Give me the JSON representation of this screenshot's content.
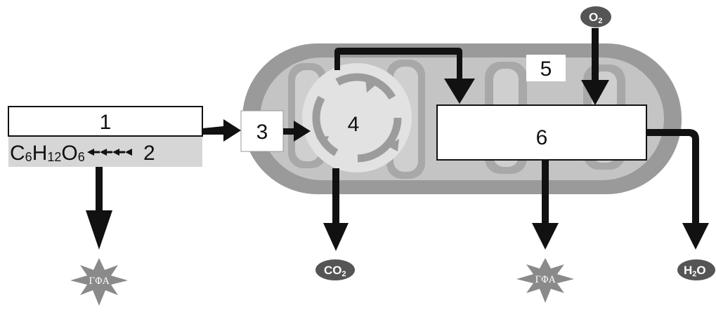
{
  "labels": {
    "box1": "1",
    "box2": "2",
    "box3": "3",
    "box4": "4",
    "box5": "5",
    "box6": "6"
  },
  "glucose": {
    "c": "C",
    "c_sub": "6",
    "h": "H",
    "h_sub": "12",
    "o": "O",
    "o_sub": "6"
  },
  "molecules": {
    "o2": "O",
    "o2_sub": "2",
    "co2": "CO",
    "co2_sub": "2",
    "h2o_h": "H",
    "h2o_sub": "2",
    "h2o_o": "O"
  },
  "energy": {
    "left": "ГФА",
    "right": "ГФА"
  },
  "colors": {
    "mito_outer": "#9a9a9a",
    "mito_inner": "#c4c4c4",
    "cristae": "#b0b0b0",
    "arrow": "#111111",
    "oval": "#555555",
    "star": "#8a8a8a",
    "cytoplasm_band": "#d6d6d6"
  },
  "icons": {
    "cycle": "cycle-icon",
    "star": "starburst-icon"
  }
}
